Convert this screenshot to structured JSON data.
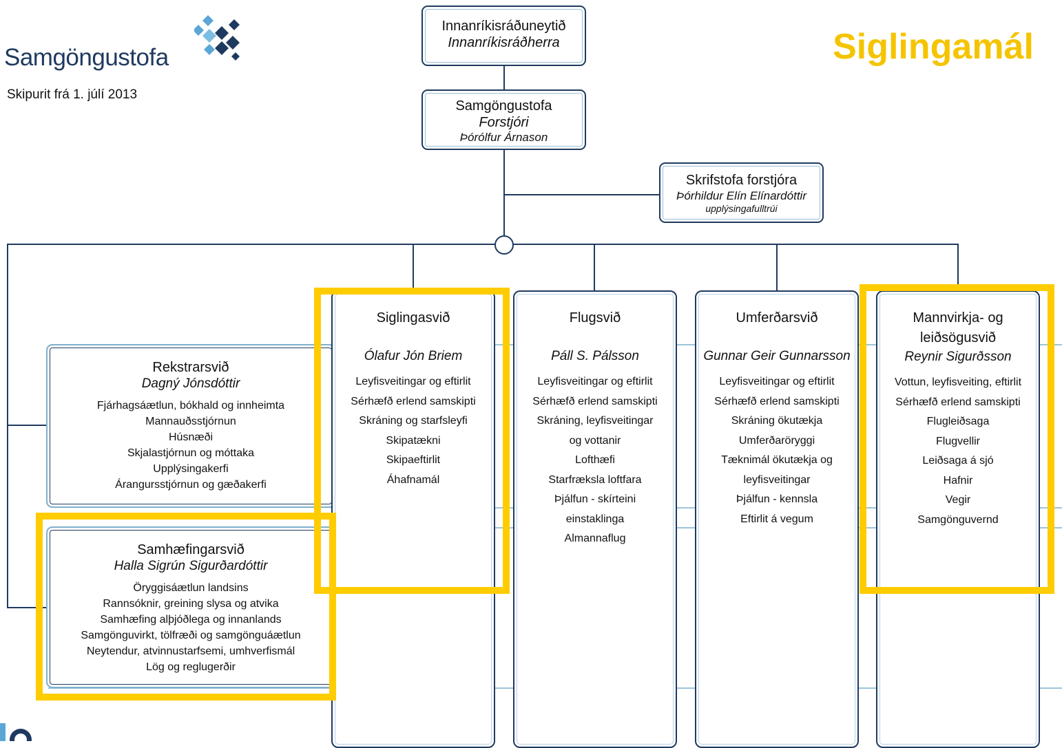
{
  "header": {
    "logo_text": "Samgöngustofa",
    "subtitle": "Skipurit frá 1. júlí 2013",
    "slide_title": "Siglingamál"
  },
  "top_boxes": {
    "ministry": {
      "line1": "Innanríkisráðuneytið",
      "line2": "Innanríkisráðherra"
    },
    "agency": {
      "line1": "Samgöngustofa",
      "line2": "Forstjóri",
      "line3": "Þórólfur Árnason"
    },
    "office": {
      "line1": "Skrifstofa forstjóra",
      "line2": "Þórhildur Elín Elínardóttir",
      "line3": "upplýsingafulltrúi"
    }
  },
  "departments": [
    {
      "name": "Siglingasvið",
      "head": "Ólafur Jón Briem",
      "items": [
        "Leyfisveitingar og eftirlit",
        "Sérhæfð erlend samskipti",
        "Skráning og starfsleyfi",
        "Skipatækni",
        "Skipaeftirlit",
        "Áhafnamál"
      ]
    },
    {
      "name": "Flugsvið",
      "head": "Páll S. Pálsson",
      "items": [
        "Leyfisveitingar og eftirlit",
        "Sérhæfð erlend samskipti",
        "Skráning, leyfisveitingar",
        "og vottanir",
        "Lofthæfi",
        "Starfræksla loftfara",
        "Þjálfun - skírteini",
        "einstaklinga",
        "Almannaflug"
      ]
    },
    {
      "name": "Umferðarsvið",
      "head": "Gunnar Geir Gunnarsson",
      "items": [
        "Leyfisveitingar og eftirlit",
        "Sérhæfð erlend samskipti",
        "Skráning ökutækja",
        "Umferðaröryggi",
        "Tæknimál ökutækja og",
        "leyfisveitingar",
        "Þjálfun - kennsla",
        "Eftirlit á vegum"
      ]
    },
    {
      "name": "Mannvirkja- og leiðsögusvið",
      "head": "Reynir Sigurðsson",
      "items": [
        "Vottun, leyfisveiting, eftirlit",
        "Sérhæfð erlend samskipti",
        "Flugleiðsaga",
        "Flugvellir",
        "Leiðsaga á sjó",
        "Hafnir",
        "Vegir",
        "Samgönguvernd"
      ]
    }
  ],
  "side_units": [
    {
      "name": "Rekstrarsvið",
      "head": "Dagný Jónsdóttir",
      "items": [
        "Fjárhagsáætlun, bókhald og innheimta",
        "Mannauðsstjórnun",
        "Húsnæði",
        "Skjalastjórnun og móttaka",
        "Upplýsingakerfi",
        "Árangursstjórnun og gæðakerfi"
      ]
    },
    {
      "name": "Samhæfingarsvið",
      "head": "Halla Sigrún Sigurðardóttir",
      "items": [
        "Öryggisáætlun landsins",
        "Rannsóknir, greining slysa og atvika",
        "Samhæfing alþjóðlega og innanlands",
        "Samgönguvirkt, tölfræði og samgönguáætlun",
        "Neytendur, atvinnustarfsemi, umhverfismál",
        "Lög og reglugerðir"
      ]
    }
  ],
  "colors": {
    "highlight": "#ffcc00",
    "title": "#f5c400",
    "navy": "#1f3a5f",
    "light_blue": "#9cc4d9"
  }
}
